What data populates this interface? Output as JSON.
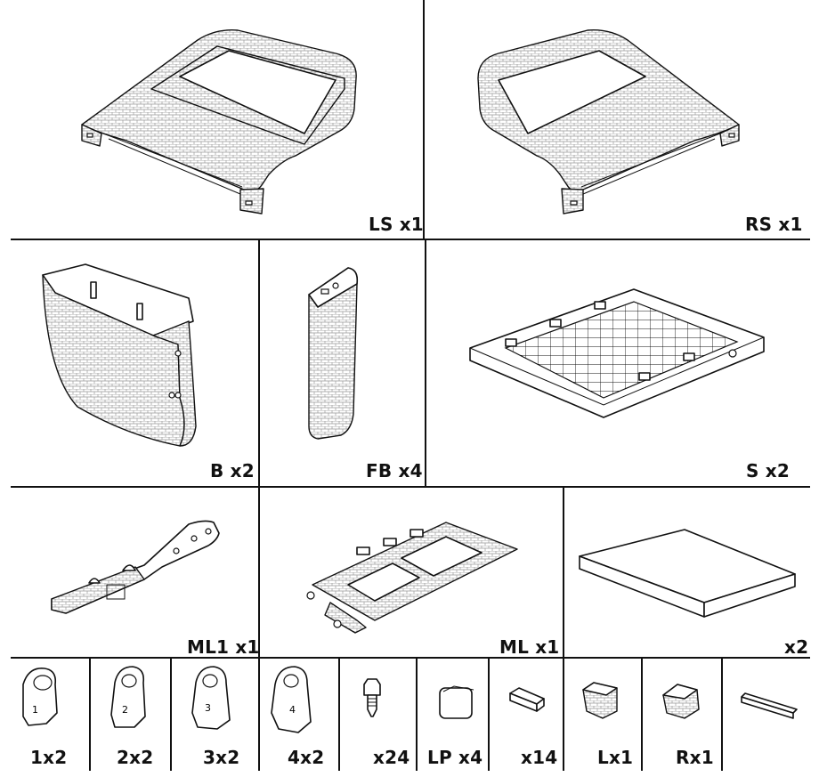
{
  "parts": {
    "ls": "LS x1",
    "rs": "RS x1",
    "b": "B x2",
    "fb": "FB x4",
    "s": "S x2",
    "ml1": "ML1 x1",
    "ml": "ML x1",
    "cushion": "x2",
    "c1": "1x2",
    "c2": "2x2",
    "c3": "3x2",
    "c4": "4x2",
    "bolt": "x24",
    "lp": "LP x4",
    "clip": "x14",
    "l": "Lx1",
    "r": "Rx1"
  },
  "part_numbers": {
    "n1": "1",
    "n2": "2",
    "n3": "3",
    "n4": "4"
  }
}
